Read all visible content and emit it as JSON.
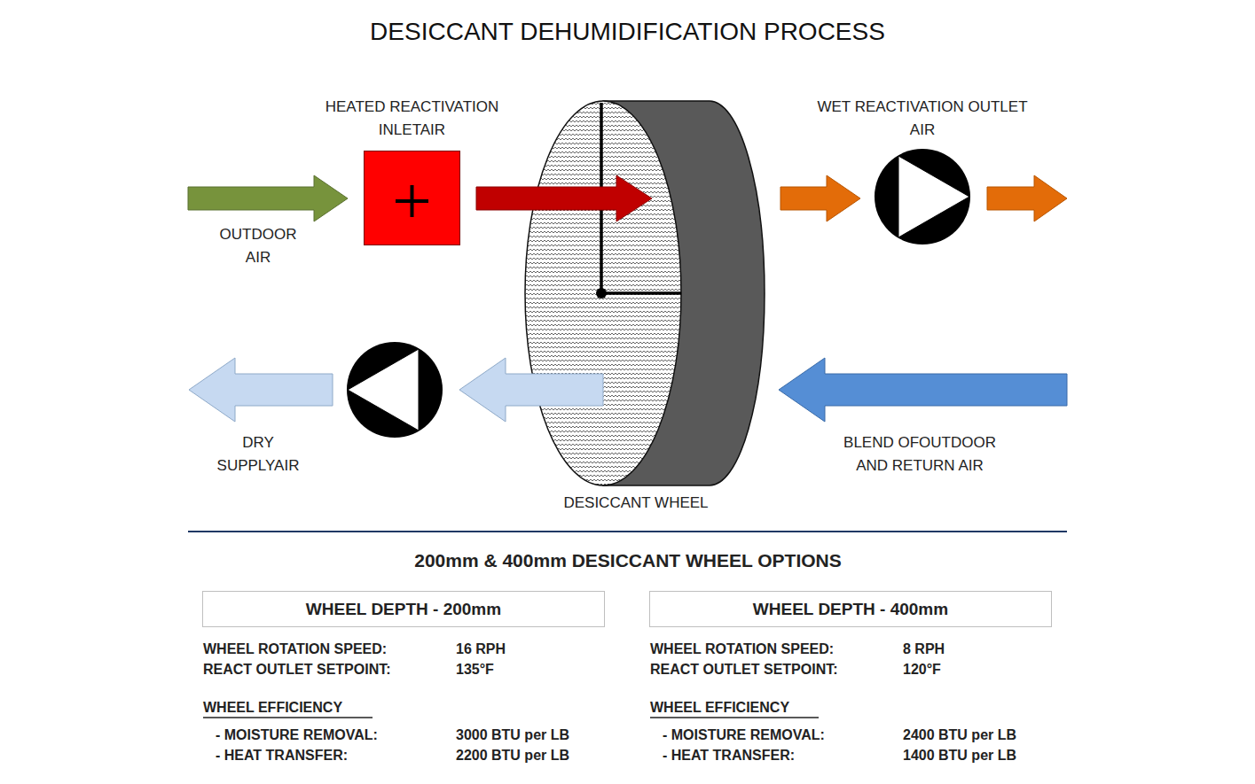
{
  "diagram": {
    "title": "DESICCANT DEHUMIDIFICATION PROCESS",
    "nodes": [
      {
        "text": [
          "HEATED REACTIVATION INLETAIR"
        ]
      },
      {
        "text": [
          "DESICCANT WHEEL"
        ]
      },
      {
        "text": [
          "WET REACTIVATION OUTLET AIR"
        ]
      },
      {
        "text": [
          "WHEEL DEPTH - 200mm"
        ]
      },
      {
        "text": [
          "WHEEL DEPTH - 400mm"
        ]
      }
    ],
    "edges": [
      {
        "from": 0,
        "to": 1,
        "arrow": "to"
      },
      {
        "from": 1,
        "to": 2,
        "arrow": "to"
      }
    ],
    "labels": [
      "OUTDOOR AIR",
      "DRY SUPPLYAIR",
      "BLEND OFOUTDOOR AND RETURN AIR",
      "200mm & 400mm DESICCANT WHEEL OPTIONS",
      "WHEEL ROTATION SPEED:",
      "16 RPH",
      "REACT OUTLET SETPOINT:",
      "135°F",
      "WHEEL EFFICIENCY",
      "- MOISTURE REMOVAL:",
      "3000 BTU per LB",
      "- HEAT TRANSFER:",
      "2200 BTU per LB",
      "WHEEL ROTATION SPEED:",
      "8 RPH",
      "REACT OUTLET SETPOINT:",
      "120°F",
      "WHEEL EFFICIENCY",
      "- MOISTURE REMOVAL:",
      "2400 BTU per LB",
      "- HEAT TRANSFER:",
      "1400 BTU per LB"
    ]
  }
}
